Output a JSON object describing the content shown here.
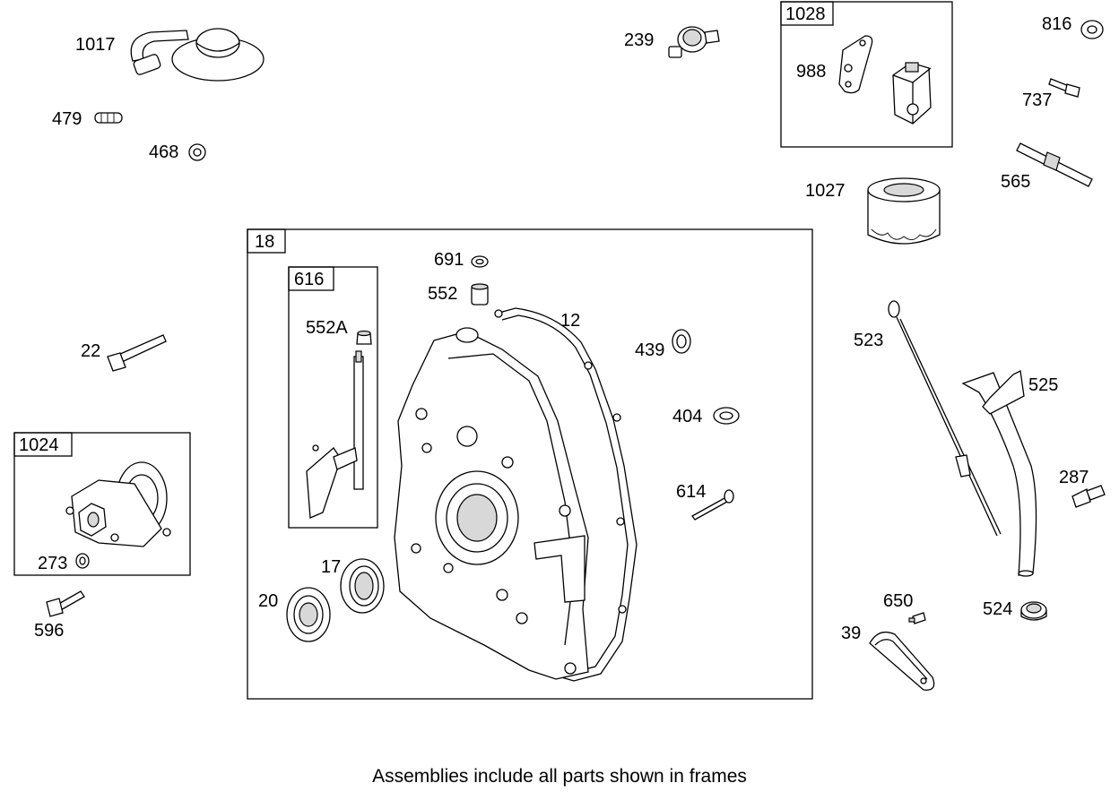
{
  "frames": {
    "f18": "18",
    "f616": "616",
    "f1024": "1024",
    "f1028": "1028"
  },
  "labels": {
    "p1017": "1017",
    "p479": "479",
    "p468": "468",
    "p239": "239",
    "p988": "988",
    "p816": "816",
    "p737": "737",
    "p565": "565",
    "p1027": "1027",
    "p691": "691",
    "p552": "552",
    "p552A": "552A",
    "p12": "12",
    "p439": "439",
    "p404": "404",
    "p614": "614",
    "p22": "22",
    "p273": "273",
    "p596": "596",
    "p17": "17",
    "p20": "20",
    "p523": "523",
    "p525": "525",
    "p287": "287",
    "p650": "650",
    "p524": "524",
    "p39": "39"
  },
  "caption": "Assemblies include all parts shown in frames"
}
